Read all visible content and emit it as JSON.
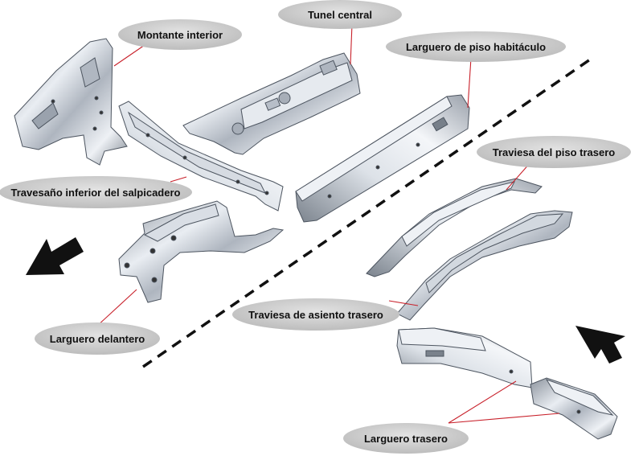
{
  "labels": {
    "montante_interior": "Montante interior",
    "tunel_central": "Tunel central",
    "larguero_piso_habitaculo": "Larguero de piso habitáculo",
    "traviesa_piso_trasero": "Traviesa del piso trasero",
    "travesano_inferior_salpicadero": "Travesaño inferior del salpicadero",
    "larguero_delantero": "Larguero delantero",
    "traviesa_asiento_trasero": "Traviesa de asiento trasero",
    "larguero_trasero": "Larguero trasero"
  },
  "colors": {
    "bubble_fill": "#cfcfcf",
    "leader_line": "#c8202a",
    "part_metal": "#c9ced6",
    "part_edge": "#4d5560",
    "divider": "#111111"
  },
  "icons": {
    "arrow_front": "arrow-pointing-front",
    "arrow_rear": "arrow-pointing-rear"
  }
}
